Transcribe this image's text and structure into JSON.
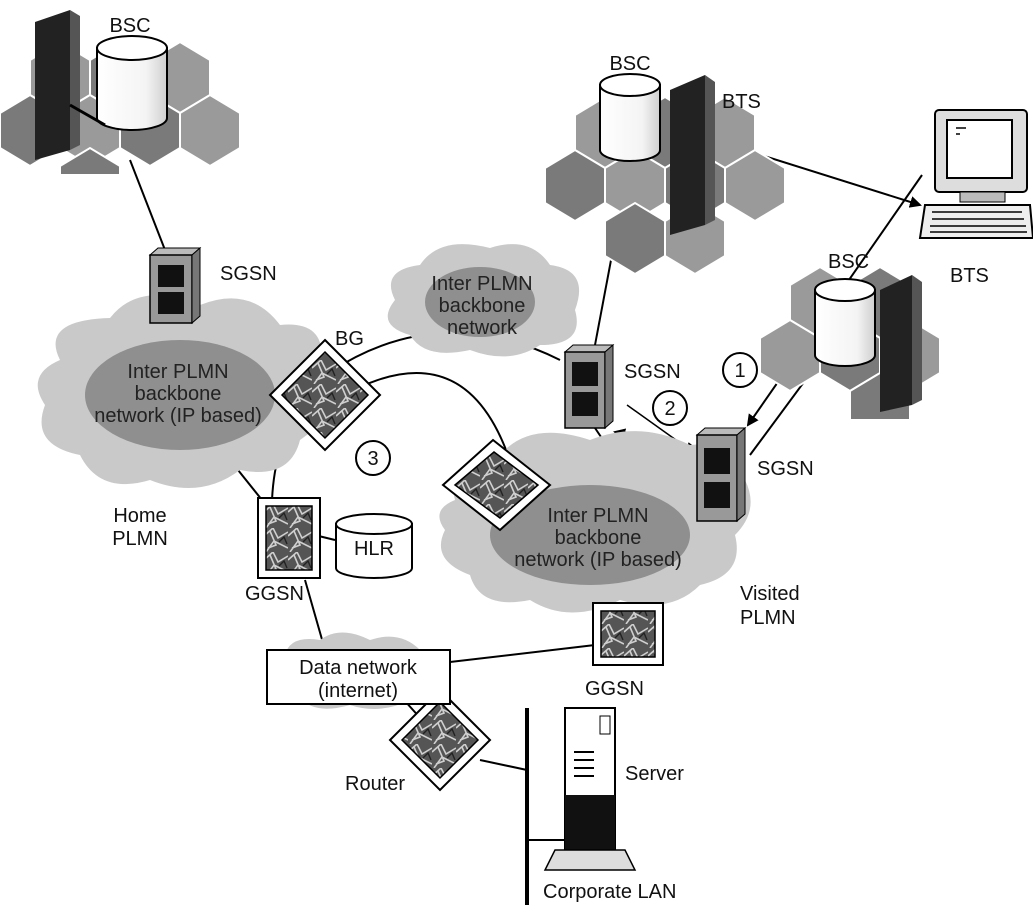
{
  "labels": {
    "bsc_home": "BSC",
    "sgsn_home": "SGSN",
    "cloud_home": [
      "Inter PLMN",
      "backbone",
      "network (IP based)"
    ],
    "home_plmn": [
      "Home",
      "PLMN"
    ],
    "bg": "BG",
    "ggsn_home": "GGSN",
    "hlr": "HLR",
    "data_network": [
      "Data network",
      "(internet)"
    ],
    "router": "Router",
    "server": "Server",
    "corporate_lan": "Corporate LAN",
    "cloud_inter": [
      "Inter PLMN",
      "backbone",
      "network"
    ],
    "bsc_visited_top": "BSC",
    "bts_visited_top": "BTS",
    "bts_terminal": "BTS",
    "bsc_visited_right": "BSC",
    "sgsn_visited_top": "SGSN",
    "sgsn_visited_right": "SGSN",
    "cloud_visited": [
      "Inter PLMN",
      "backbone",
      "network (IP based)"
    ],
    "visited_plmn": [
      "Visited",
      "PLMN"
    ],
    "ggsn_visited": "GGSN",
    "step1": "1",
    "step2": "2",
    "step3": "3"
  }
}
